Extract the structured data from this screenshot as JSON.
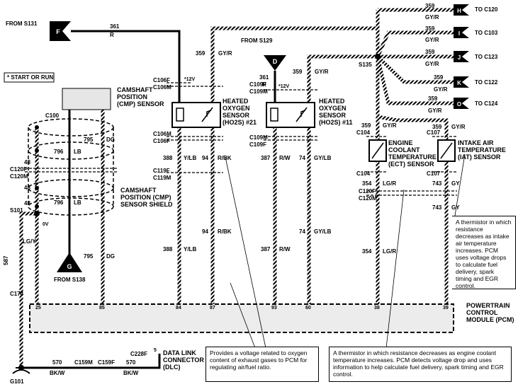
{
  "from_s131": "FROM S131",
  "from_s129": "FROM S129",
  "from_s138": "FROM S138",
  "start_or_run": "* START OR RUN",
  "conn_f": "F",
  "conn_d": "D",
  "conn_g": "G",
  "conn_h": "H",
  "conn_i": "I",
  "conn_j": "J",
  "conn_k": "K",
  "conn_o": "O",
  "to_c120": "TO C120",
  "to_c103": "TO C103",
  "to_c123": "TO C123",
  "to_c122": "TO C122",
  "to_c124": "TO C124",
  "s135": "S135",
  "s101": "S101",
  "g101": "G101",
  "c100": "C100",
  "c106f": "C106F",
  "c106m": "C106M",
  "c109f": "C109F",
  "c109m": "C109M",
  "c104": "C104",
  "c107": "C107",
  "c120f": "C120F",
  "c120m": "C120M",
  "c119f": "C119F",
  "c119m": "C119M",
  "c174": "C174",
  "c159m": "C159M",
  "c159f": "C159F",
  "c228f": "C228F",
  "plus12v": "*12V",
  "w361": "361",
  "r": "R",
  "w359": "359",
  "gyr": "GY/R",
  "w795": "795",
  "dg": "DG",
  "w796": "796",
  "lb": "LB",
  "w48": "48",
  "w388": "388",
  "ylb": "Y/LB",
  "w94": "94",
  "rbk": "R/BK",
  "w387": "387",
  "rw": "R/W",
  "w74": "74",
  "gylb": "GY/LB",
  "w354": "354",
  "lgr": "LG/R",
  "w743": "743",
  "gy": "GY",
  "w587": "587",
  "lgy": "LG/Y",
  "w570": "570",
  "bkw": "BK/W",
  "ov": "0V",
  "pin5": "5",
  "pin25": "25",
  "pin85": "85",
  "pin84": "84",
  "pin87": "87",
  "pin93": "93",
  "pin60": "60",
  "pin38": "38",
  "pin39": "39",
  "cmp_sensor": [
    "CAMSHAFT",
    "POSITION",
    "(CMP) SENSOR"
  ],
  "ho2s_21": [
    "HEATED",
    "OXYGEN",
    "SENSOR",
    "(HO2S) #21"
  ],
  "ho2s_11": [
    "HEATED",
    "OXYGEN",
    "SENSOR",
    "(HO2S) #11"
  ],
  "ect_sensor": [
    "ENGINE",
    "COOLANT",
    "TEMPERATURE",
    "(ECT) SENSOR"
  ],
  "iat_sensor": [
    "INTAKE AIR",
    "TEMPERATURE",
    "(IAT) SENSOR"
  ],
  "cmp_shield": [
    "CAMSHAFT",
    "POSITION (CMP)",
    "SENSOR SHIELD"
  ],
  "pcm": [
    "POWERTRAIN",
    "CONTROL",
    "MODULE (PCM)"
  ],
  "dlc": [
    "DATA LINK",
    "CONNECTOR",
    "(DLC)"
  ],
  "note_iat": "A thermistor in which resistance decreases as intake air temperature increases. PCM uses voltage drops to calculate fuel delivery, spark timing and EGR control.",
  "note_ho2s": "Provides a voltage related to oxygen content of exhaust gases to PCM for regulating air/fuel ratio.",
  "note_ect": "A thermistor in which resistance decreases as engine coolant temperature increases.  PCM detects voltage drop and uses information to help calculate fuel delivery, spark timing and EGR control.",
  "colors": {
    "ink": "#000000",
    "paper": "#ffffff",
    "fill": "#e6e6e6"
  }
}
